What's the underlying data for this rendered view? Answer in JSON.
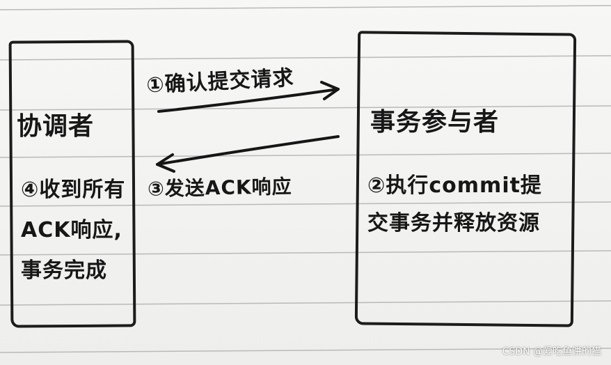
{
  "diagram": {
    "coordinator": {
      "title": "协调者",
      "step": "④收到所有ACK响应,事务完成"
    },
    "participant": {
      "title": "事务参与者",
      "step": "②执行commit提交事务并释放资源"
    },
    "messages": {
      "confirm_commit": "①确认提交请求",
      "send_ack": "③发送ACK响应"
    }
  },
  "watermark": "CSDN @爱吃鱼饼的猫"
}
